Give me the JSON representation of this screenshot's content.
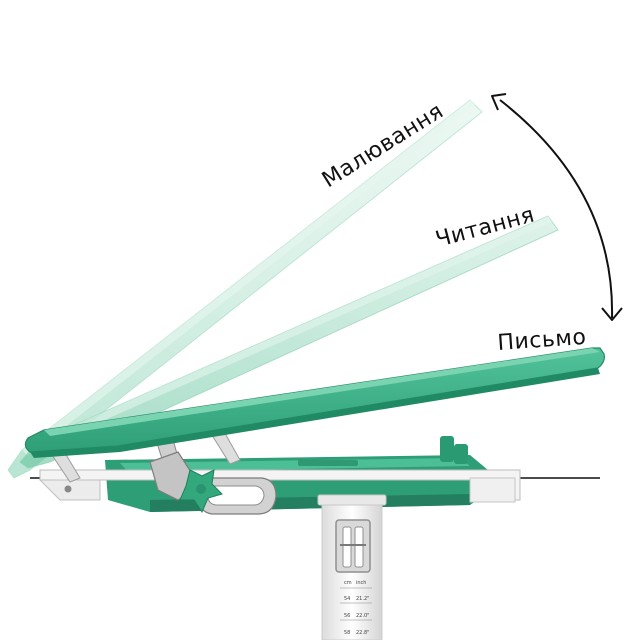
{
  "labels": {
    "drawing": "Малювання",
    "reading": "Читання",
    "writing": "Письмо"
  },
  "scale": {
    "unit_cm": "cm",
    "unit_inch": "inch",
    "marks": [
      {
        "cm": "54",
        "inch": "21.2\""
      },
      {
        "cm": "56",
        "inch": "22.0\""
      },
      {
        "cm": "58",
        "inch": "22.8\""
      }
    ]
  },
  "colors": {
    "desk_green": "#3bb38a",
    "desk_green_dark": "#2a9a72",
    "ghost_green": "#a8dcc4",
    "frame_white": "#f2f2f2",
    "metal": "#b8b8b8",
    "arrow": "#111111"
  }
}
